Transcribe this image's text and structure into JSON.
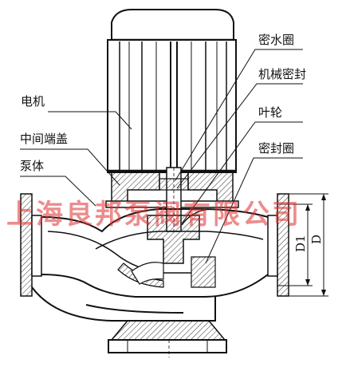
{
  "labels": {
    "motor": "电机",
    "middle_end_cover": "中间端盖",
    "pump_body": "泵体",
    "water_seal_ring": "密水圈",
    "mechanical_seal": "机械密封",
    "impeller": "叶轮",
    "seal_ring": "密封圈"
  },
  "dimensions": {
    "d1": "D1",
    "d": "D"
  },
  "watermark": {
    "text": "上海良邦泵阀有限公司",
    "color": "#e03030"
  },
  "colors": {
    "line": "#111111",
    "hatch": "#333333",
    "accent": "#e03030"
  }
}
